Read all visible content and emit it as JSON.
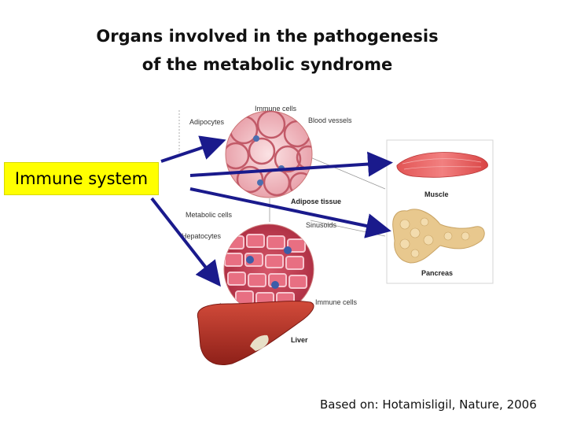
{
  "title": {
    "line1": "Organs involved in the pathogenesis",
    "line2": "of the metabolic syndrome"
  },
  "immune_box": {
    "label": "Immune system",
    "color": "#ffff00"
  },
  "figure_labels": {
    "immune_cells_top": "Immune cells",
    "adipocytes": "Adipocytes",
    "blood_vessels": "Blood vessels",
    "adipose_tissue": "Adipose tissue",
    "metabolic_cells": "Metabolic cells",
    "sinusoids": "Sinusoids",
    "hepatocytes": "Hepatocytes",
    "immune_cells_liver": "Immune cells",
    "liver": "Liver",
    "muscle": "Muscle",
    "pancreas": "Pancreas"
  },
  "credit": "Based on: Hotamisligil, Nature, 2006",
  "colors": {
    "arrow": "#1a1a8c",
    "tissue": "#e8a0a8",
    "liver": "#b8322a",
    "pancreas": "#e8c88e",
    "muscle": "#d9534f"
  }
}
